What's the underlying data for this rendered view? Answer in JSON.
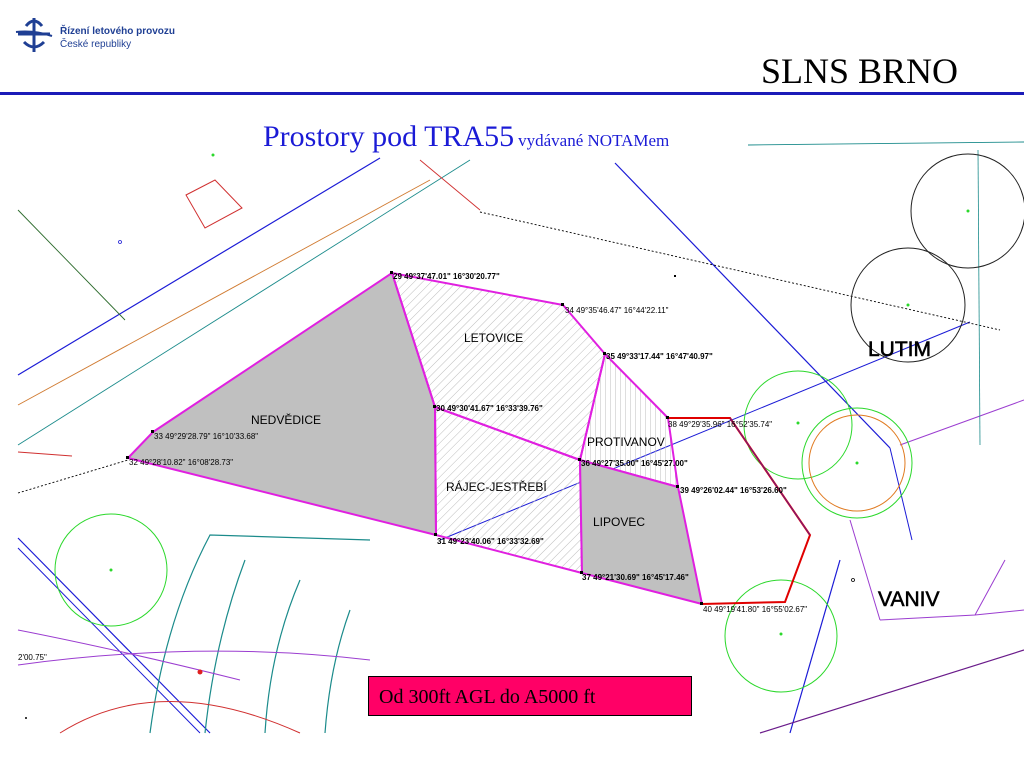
{
  "logo": {
    "line1": "Řízení letového provozu",
    "line2": "České republiky"
  },
  "header": {
    "title": "SLNS BRNO"
  },
  "slide": {
    "title_main": "Prostory pod TRA55",
    "title_sub": "vydávané NOTAMem"
  },
  "zones": {
    "nedvedice": "NEDVĚDICE",
    "letovice": "LETOVICE",
    "rajec": "RÁJEC-JESTŘEBÍ",
    "protivanov": "PROTIVANOV",
    "lipovec": "LIPOVEC"
  },
  "areas": {
    "lutim": "LUTIM",
    "vaniv": "VANIV"
  },
  "points": {
    "p29": "29 49°37'47.01\" 16°30'20.77\"",
    "p34": "34 49°35'46.47\" 16°44'22.11\"",
    "p35": "35 49°33'17.44\" 16°47'40.97\"",
    "p30": "30 49°30'41.67\" 16°33'39.76\"",
    "p38": "38 49°29'35.96\" 16°52'35.74\"",
    "p33": "33 49°29'28.79\" 16°10'33.68\"",
    "p36": "36 49°27'35.00\" 16°45'27.00\"",
    "p32": "32 49°28'10.82\" 16°08'28.73\"",
    "p39": "39 49°26'02.44\" 16°53'26.60\"",
    "p31": "31 49°23'40.06\" 16°33'32.69\"",
    "p37": "37 49°21'30.69\" 16°45'17.46\"",
    "p40": "40 49°19'41.80\" 16°55'02.67\"",
    "partial": "2'00.75\""
  },
  "footer": {
    "altitude_note": "Od 300ft AGL do A5000 ft"
  },
  "colors": {
    "zone_border": "#e020e0",
    "zone_fill_grey": "#c0c0c0",
    "title_blue": "#1b1bd6",
    "rule_blue": "#1b1bb8",
    "footer_bg": "#ff0066",
    "tra_border": "#e00000"
  }
}
